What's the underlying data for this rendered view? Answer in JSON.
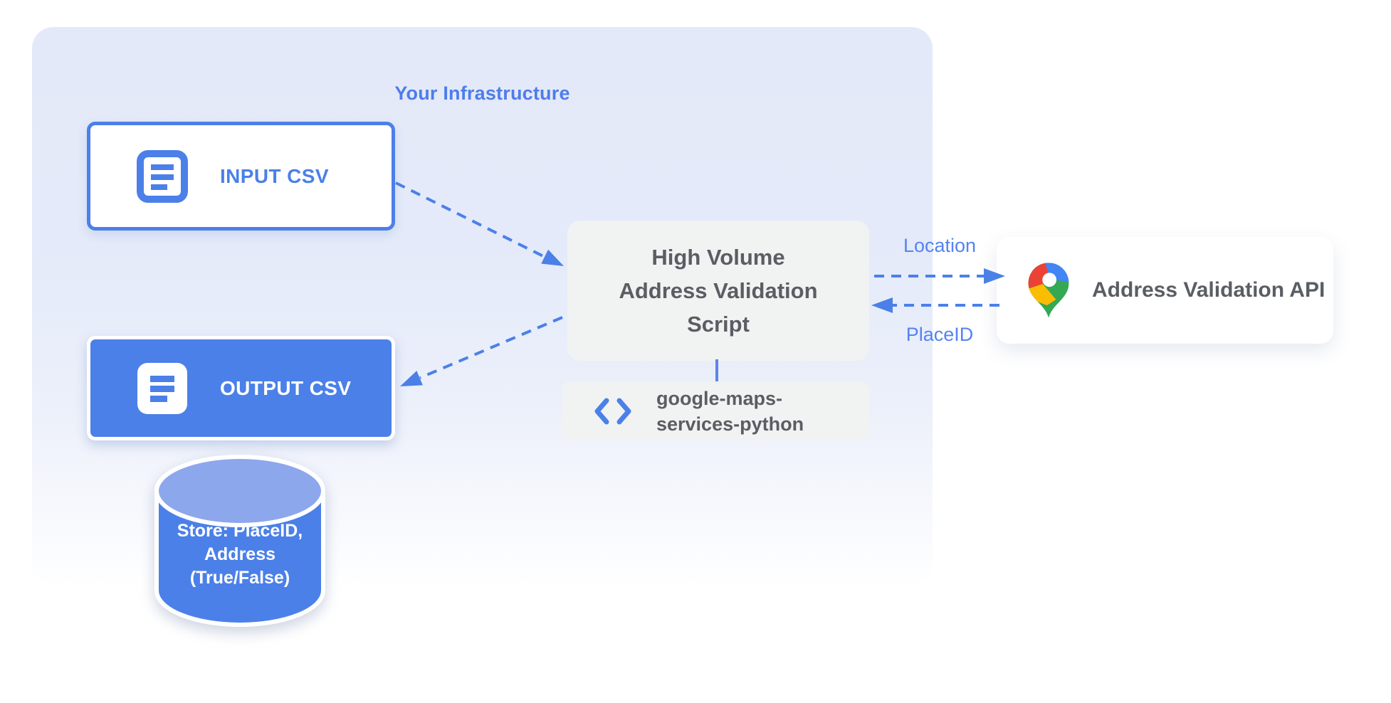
{
  "diagram": {
    "title": "Your Infrastructure",
    "nodes": {
      "input_csv": {
        "label": "INPUT CSV",
        "icon": "document-icon"
      },
      "output_csv": {
        "label": "OUTPUT CSV",
        "icon": "document-icon"
      },
      "datastore": {
        "lines": [
          "Store: PlaceID,",
          "Address",
          "(True/False)"
        ]
      },
      "script": {
        "lines": [
          "High Volume",
          "Address Validation",
          "Script"
        ]
      },
      "library": {
        "icon": "code-icon",
        "lines": [
          "google-maps-",
          "services-python"
        ]
      },
      "api": {
        "label": "Address Validation API",
        "icon": "google-maps-pin-icon"
      }
    },
    "edges": {
      "location": "Location",
      "placeid": "PlaceID"
    },
    "colors": {
      "accent_blue": "#4b80e8",
      "edge_label_blue": "#5583f1",
      "cylinder_top_blue": "#8da7ed",
      "gray_node_bg": "#f1f2f2",
      "gray_text": "#5a5e63",
      "container_bg_top": "#e3e9f8",
      "pin_red": "#EA4335",
      "pin_blue": "#4285F4",
      "pin_yellow": "#FBBC04",
      "pin_green": "#34A853"
    }
  }
}
